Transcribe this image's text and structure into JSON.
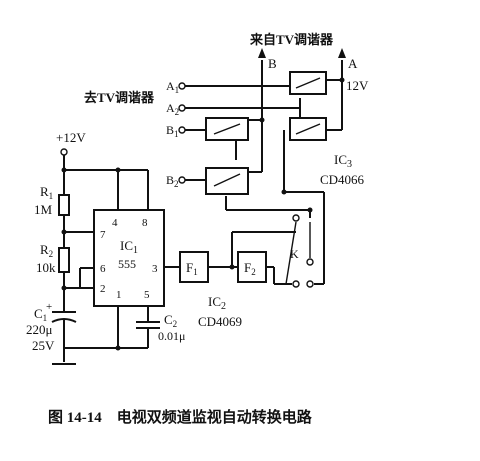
{
  "labels": {
    "from_tv_tuner": "来自TV调谐器",
    "to_tv_tuner": "去TV调谐器",
    "term_b": "B",
    "term_a": "A",
    "a1": "A",
    "a1_sub": "1",
    "a2": "A",
    "a2_sub": "2",
    "b1": "B",
    "b1_sub": "1",
    "b2": "B",
    "b2_sub": "2",
    "supply_right": "12V",
    "supply_left": "+12V",
    "r1": "R",
    "r1_sub": "1",
    "r1_value": "1M",
    "r2": "R",
    "r2_sub": "2",
    "r2_value": "10k",
    "c1": "C",
    "c1_sub": "1",
    "c1_cap": "220μ",
    "c1_volt": "25V",
    "c2": "C",
    "c2_sub": "2",
    "c2_value": "0.01μ",
    "ic1": "IC",
    "ic1_sub": "1",
    "ic1_type": "555",
    "pin4": "4",
    "pin8": "8",
    "pin7": "7",
    "pin6": "6",
    "pin2": "2",
    "pin1": "1",
    "pin5": "5",
    "pin3": "3",
    "ic3": "IC",
    "ic3_sub": "3",
    "ic3_type": "CD4066",
    "ic2": "IC",
    "ic2_sub": "2",
    "ic2_type": "CD4069",
    "f1": "F",
    "f1_sub": "1",
    "f2": "F",
    "f2_sub": "2",
    "switch_k": "K",
    "c1_plus": "+",
    "caption": "图 14-14　电视双频道监视自动转换电路"
  }
}
